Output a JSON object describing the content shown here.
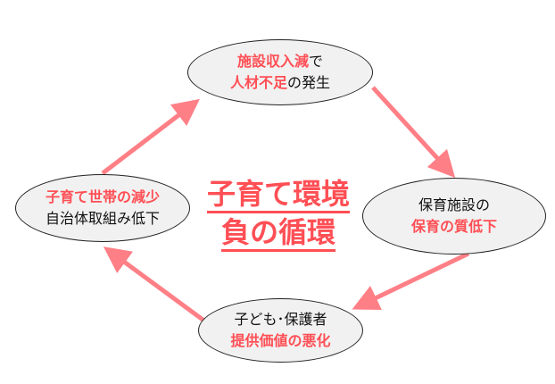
{
  "title": {
    "line1": "子育て環境",
    "line2": "負の循環"
  },
  "nodes": {
    "top": {
      "red": "施設収入減",
      "black1": "で",
      "red2": "人材不足",
      "black2": "の発生"
    },
    "right": {
      "black": "保育施設の",
      "red": "保育の質低下"
    },
    "bottom": {
      "black": "子ども･保護者",
      "red": "提供価値の悪化"
    },
    "left": {
      "red": "子育て世帯の減少",
      "black": "自治体取組み低下"
    }
  },
  "colors": {
    "accent": "#ff4f55",
    "arrow": "#ff7f86",
    "node_fill": "#f1f1f1"
  }
}
